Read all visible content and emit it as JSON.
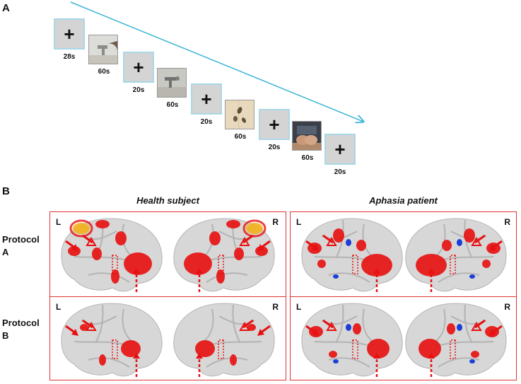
{
  "panel_a": {
    "letter": "A",
    "sequence": [
      {
        "kind": "fixation",
        "symbol": "+",
        "duration": "28s"
      },
      {
        "kind": "photo",
        "scene": "hand-on-faucet",
        "duration": "60s"
      },
      {
        "kind": "fixation",
        "symbol": "+",
        "duration": "20s"
      },
      {
        "kind": "photo",
        "scene": "faucet-on-wall",
        "duration": "60s"
      },
      {
        "kind": "fixation",
        "symbol": "+",
        "duration": "20s"
      },
      {
        "kind": "photo",
        "scene": "beans-on-table",
        "duration": "60s"
      },
      {
        "kind": "fixation",
        "symbol": "+",
        "duration": "20s"
      },
      {
        "kind": "photo",
        "scene": "hands-holding",
        "duration": "60s"
      },
      {
        "kind": "fixation",
        "symbol": "+",
        "duration": "20s"
      }
    ],
    "timeline_color": "#3ab6d6"
  },
  "panel_b": {
    "letter": "B",
    "columns": [
      "Health subject",
      "Aphasia patient"
    ],
    "rows": [
      {
        "line1": "Protocol",
        "line2": "A"
      },
      {
        "line1": "Protocol",
        "line2": "B"
      }
    ],
    "hemisphere_left": "L",
    "hemisphere_right": "R",
    "colors": {
      "frame": "#d33333",
      "activation": "#e81010",
      "activation_hot": "#f2b01a",
      "deactivation": "#1a3fd6",
      "brain": "#d7d7d7"
    }
  }
}
